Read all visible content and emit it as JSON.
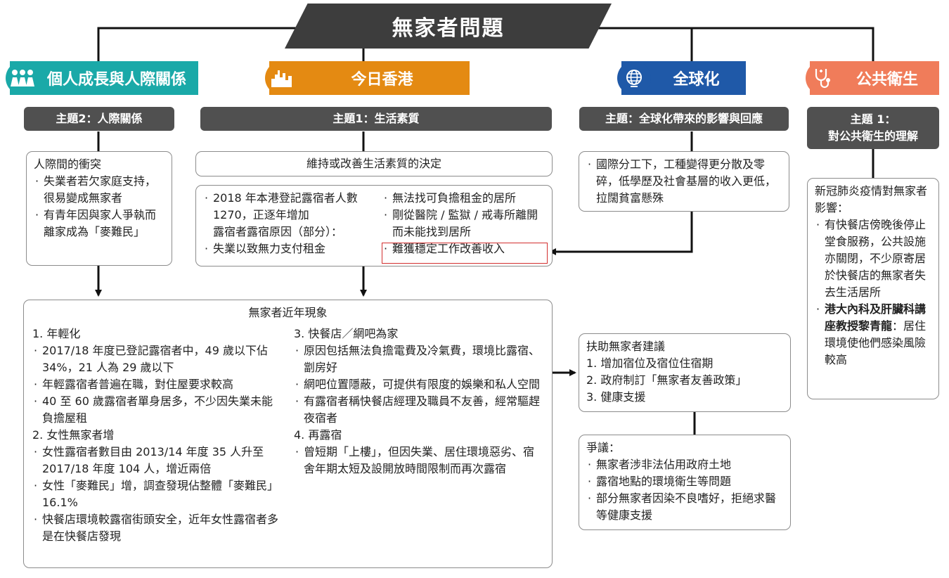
{
  "main_title": "無家者問題",
  "categories": [
    {
      "label": "個人成長與人際關係",
      "color": "#1aa9a8",
      "icon": "people-icon"
    },
    {
      "label": "今日香港",
      "color": "#e48a12",
      "icon": "city-skyline-icon"
    },
    {
      "label": "全球化",
      "color": "#1f59a8",
      "icon": "globe-icon"
    },
    {
      "label": "公共衛生",
      "color": "#f07c5a",
      "icon": "stethoscope-icon"
    }
  ],
  "themes": {
    "personal": "主題2：人際關係",
    "hongkong": "主題1：生活素質",
    "global": "主題：全球化帶來的影響與回應",
    "health_line1": "主題 1：",
    "health_line2": "對公共衛生的理解"
  },
  "conflict_box": {
    "heading": "人際間的衝突",
    "items": [
      "失業者若欠家庭支持，很易變成無家者",
      "有青年因與家人爭執而離家成為「麥難民」"
    ]
  },
  "decision_box": {
    "label": "維持或改善生活素質的決定"
  },
  "reasons_box": {
    "left_item1": "2018 年本港登記露宿者人數 1270，正逐年增加",
    "left_heading": "露宿者露宿原因（部分）：",
    "left_item2": "失業以致無力支付租金",
    "right_items": [
      "無法找可負擔租金的居所",
      "剛從醫院 / 監獄 / 戒毒所離開而未能找到居所"
    ],
    "highlighted_item": "難獲穩定工作改善收入"
  },
  "global_box": {
    "item": "國際分工下，工種變得更分散及零碎，低學歷及社會基層的收入更低，拉闊貧富懸殊"
  },
  "health_box": {
    "intro": "新冠肺炎疫情對無家者影響：",
    "item1": "有快餐店傍晚後停止堂食服務，公共設施亦關閉，不少原寄居於快餐店的無家者失去生活居所",
    "item2_bold": "港大內科及肝臟科講座教授黎青龍",
    "item2_rest": "：居住環境使他們感染風險較高"
  },
  "phenomena_box": {
    "title": "無家者近年現象",
    "sections": [
      {
        "heading": "1. 年輕化",
        "items": [
          "2017/18 年度已登記露宿者中，49 歲以下佔 34%，21 人為 29 歲以下",
          "年輕露宿者普遍在職，對住屋要求較高",
          "40 至 60 歲露宿者單身居多，不少因失業未能負擔屋租"
        ]
      },
      {
        "heading": "2. 女性無家者增",
        "items": [
          "女性露宿者數目由 2013/14 年度 35 人升至 2017/18 年度 104 人，增近兩倍",
          "女性「麥難民」增，調查發現佔整體「麥難民」16.1%",
          "快餐店環境較露宿街頭安全，近年女性露宿者多是在快餐店發現"
        ]
      },
      {
        "heading": "3. 快餐店／網吧為家",
        "items": [
          "原因包括無法負擔電費及冷氣費，環境比露宿、劏房好",
          "網吧位置隱蔽，可提供有限度的娛樂和私人空間",
          "有露宿者稱快餐店經理及職員不友善，經常驅趕夜宿者"
        ]
      },
      {
        "heading": "4. 再露宿",
        "items": [
          "曾短期「上樓」，但因失業、居住環境惡劣、宿舍年期太短及設開放時間限制而再次露宿"
        ]
      }
    ]
  },
  "suggestions_box": {
    "heading": "扶助無家者建議",
    "items": [
      "1. 增加宿位及宿位住宿期",
      "2. 政府制訂「無家者友善政策」",
      "3. 健康支援"
    ]
  },
  "controversy_box": {
    "heading": "爭議：",
    "items": [
      "無家者涉非法佔用政府土地",
      "露宿地點的環境衛生等問題",
      "部分無家者因染不良嗜好，拒絕求醫等健康支援"
    ]
  }
}
